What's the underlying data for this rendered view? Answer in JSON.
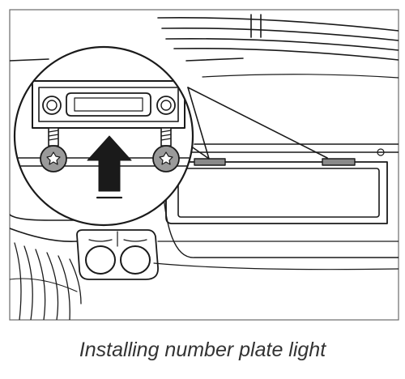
{
  "figure": {
    "caption": "Installing number plate light",
    "parts": [
      "rear-bumper",
      "number-plate-recess",
      "number-plate-lights",
      "exhaust-tailpipes",
      "detail-magnifier",
      "number-plate-light-unit",
      "torx-screws",
      "insertion-arrow"
    ]
  },
  "colors": {
    "line": "#1a1a1a",
    "lamp_fill": "#8a8a8a",
    "screw_fill": "#9a9a9a",
    "background": "#ffffff"
  }
}
